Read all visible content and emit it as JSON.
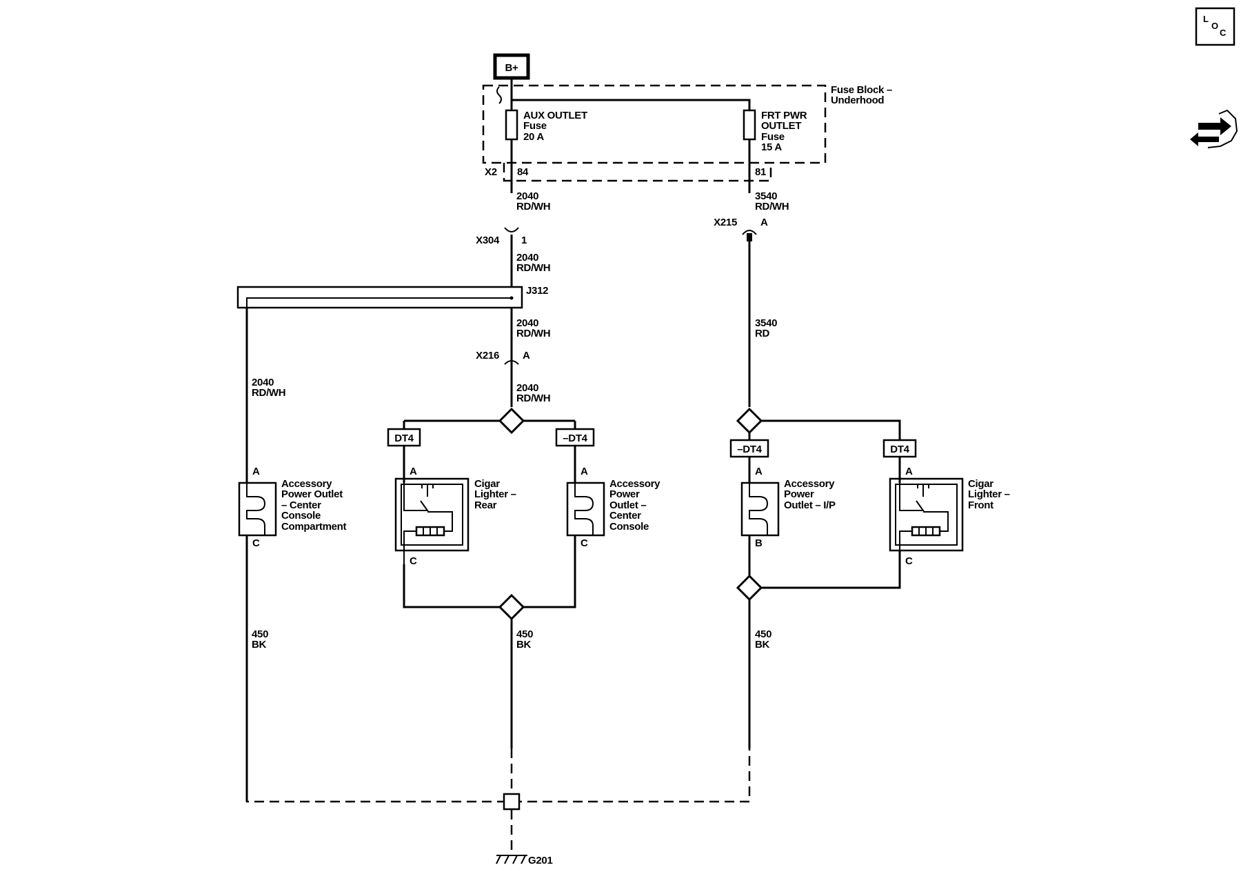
{
  "side_icons": {
    "loc_letters": [
      "L",
      "O",
      "C"
    ]
  },
  "power": {
    "source": "B+"
  },
  "fuse_block": {
    "name_line1": "Fuse Block –",
    "name_line2": "Underhood",
    "connector": "X2",
    "fuse_aux": {
      "line1": "AUX OUTLET",
      "line2": "Fuse",
      "line3": "20 A",
      "pin": "84"
    },
    "fuse_frt": {
      "line1": "FRT PWR",
      "line2": "OUTLET",
      "line3": "Fuse",
      "line4": "15 A",
      "pin": "81"
    }
  },
  "wires": {
    "w1": {
      "circuit": "2040",
      "color": "RD/WH"
    },
    "w2": {
      "circuit": "2040",
      "color": "RD/WH"
    },
    "w3": {
      "circuit": "2040",
      "color": "RD/WH"
    },
    "w4": {
      "circuit": "2040",
      "color": "RD/WH"
    },
    "w_left": {
      "circuit": "2040",
      "color": "RD/WH"
    },
    "w_right1": {
      "circuit": "3540",
      "color": "RD/WH"
    },
    "w_right2": {
      "circuit": "3540",
      "color": "RD"
    },
    "gnd_left": {
      "circuit": "450",
      "color": "BK"
    },
    "gnd_center": {
      "circuit": "450",
      "color": "BK"
    },
    "gnd_right": {
      "circuit": "450",
      "color": "BK"
    }
  },
  "connectors": {
    "x304": {
      "name": "X304",
      "pin": "1"
    },
    "x215": {
      "name": "X215",
      "pin": "A"
    },
    "x216": {
      "name": "X216",
      "pin": "A"
    },
    "j312": {
      "name": "J312"
    }
  },
  "tags": {
    "dt4_1": "DT4",
    "dt4_2": "–DT4",
    "dt4_3": "–DT4",
    "dt4_4": "DT4"
  },
  "components": {
    "apo_console_comp": {
      "lines": [
        "Accessory",
        "Power Outlet",
        "– Center",
        "Console",
        "Compartment"
      ],
      "pin_top": "A",
      "pin_bottom": "C"
    },
    "cigar_rear": {
      "lines": [
        "Cigar",
        "Lighter –",
        "Rear"
      ],
      "pin_top": "A",
      "pin_bottom": "C"
    },
    "apo_center_console": {
      "lines": [
        "Accessory",
        "Power",
        "Outlet –",
        "Center",
        "Console"
      ],
      "pin_top": "A",
      "pin_bottom": "C"
    },
    "apo_ip": {
      "lines": [
        "Accessory",
        "Power",
        "Outlet – I/P"
      ],
      "pin_top": "A",
      "pin_bottom": "B"
    },
    "cigar_front": {
      "lines": [
        "Cigar",
        "Lighter –",
        "Front"
      ],
      "pin_top": "A",
      "pin_bottom": "C"
    }
  },
  "ground": {
    "name": "G201"
  }
}
